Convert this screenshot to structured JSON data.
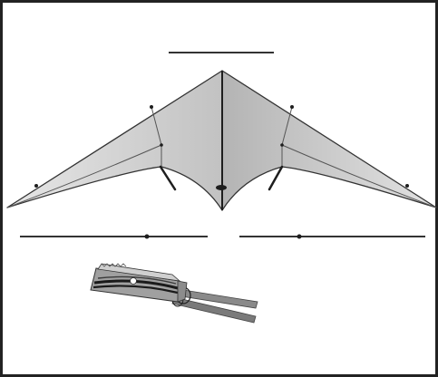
{
  "diagram": {
    "subject": "",
    "colors": {
      "frame": "#222222",
      "sail_light": "#e4e4e4",
      "sail_shade": "#bdbdbd",
      "outline": "#333333",
      "spar": "#555555",
      "handle_bar": "#8a8a8a",
      "handle_bar_dark": "#6e6e6e",
      "bag": "#9a9a9a",
      "bag_stripe": "#1a1a1a"
    },
    "parts": {
      "kite": "stunt-kite",
      "spare_spar_top": "spar",
      "spare_spar_left": "spar",
      "spare_spar_right": "spar",
      "kite_bag": "kite-bag",
      "line_handles": "handles"
    }
  }
}
